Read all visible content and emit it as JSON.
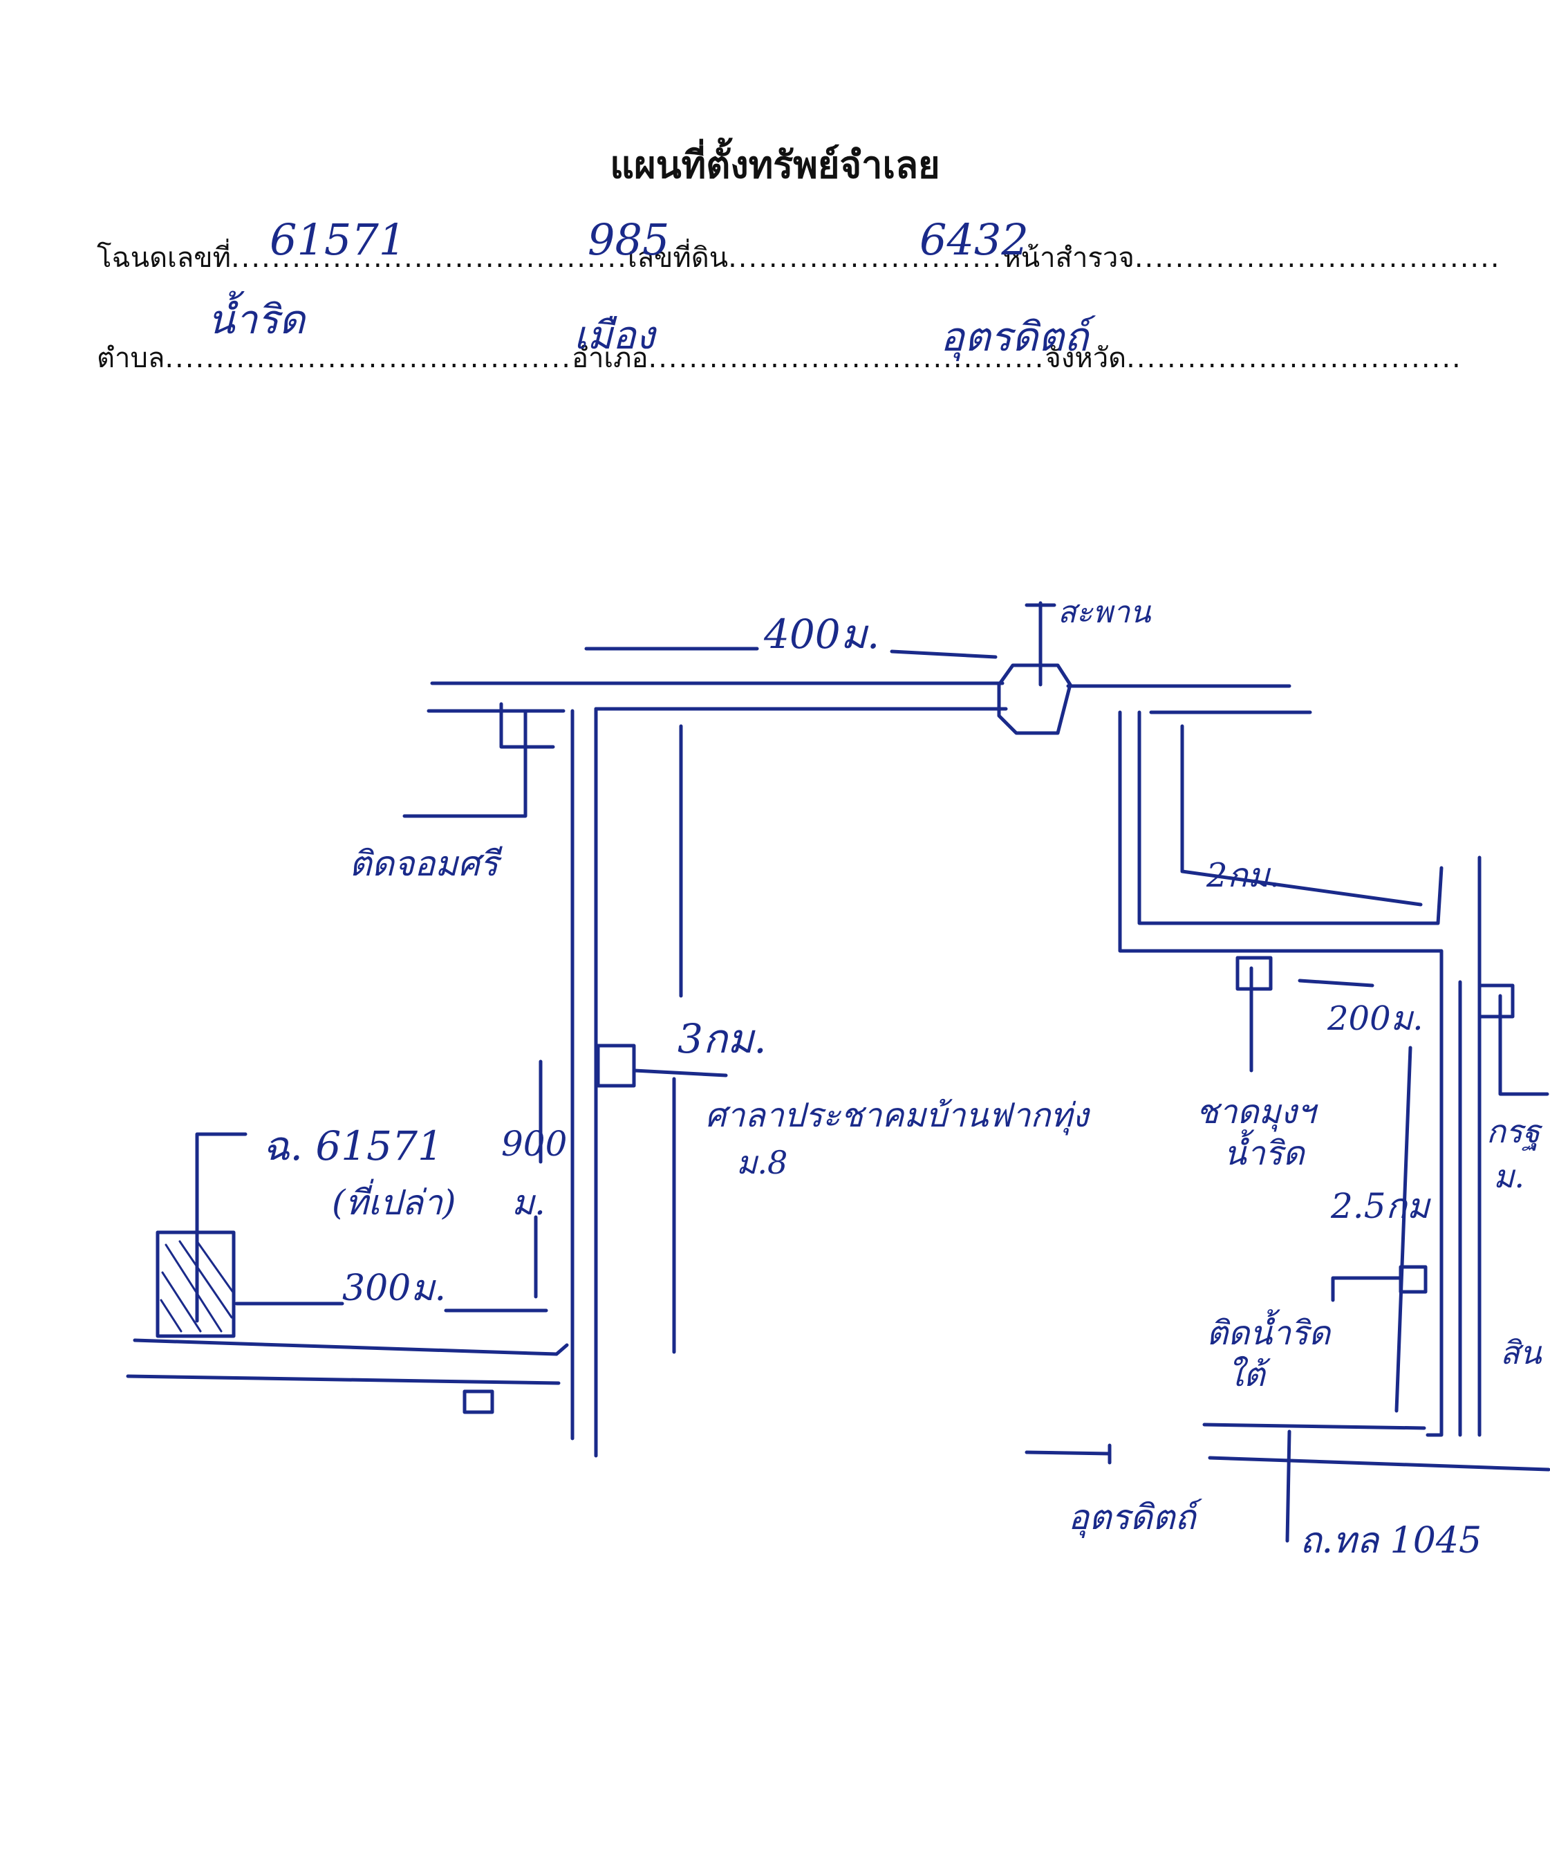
{
  "title": "แผนที่ตั้งทรัพย์จำเลย",
  "form": {
    "deed_label": "โฉนดเลขที่",
    "deed_value": "61571",
    "land_no_label": "เลขที่ดิน",
    "land_no_value": "985",
    "survey_label": "หน้าสำรวจ",
    "survey_value": "6432",
    "subdistrict_label": "ตำบล",
    "subdistrict_value": "น้ำริด",
    "district_label": "อำเภอ",
    "district_value": "เมือง",
    "province_label": "จังหวัด",
    "province_value": "อุตรดิตถ์"
  },
  "map": {
    "bridge": "สะพาน",
    "d400": "400ม.",
    "d2km": "2กม.",
    "d200": "200ม.",
    "d3km": "3กม.",
    "d25km": "2.5กม",
    "d900": "900",
    "d900_unit": "ม.",
    "d300": "300ม.",
    "shop": "ติดจอมศรี",
    "hall": "ศาลาประชาคมบ้านฟากทุ่ง",
    "hall_moo": "ม.8",
    "school": "ชาดมุงฯ",
    "school2": "น้ำริด",
    "deed_mark": "ฉ. 61571",
    "deed_note": "(ที่เปล่า)",
    "deed_note_unit": "ม.",
    "right_mark1": "กรฐ",
    "right_mark2": "ม.",
    "right_mark3": "สิน",
    "nam_rit_south": "ติดน้ำริด",
    "nam_rit_south2": "ใต้",
    "to_uttaradit": "อุตรดิตถ์",
    "highway": "ถ.ทล 1045"
  }
}
